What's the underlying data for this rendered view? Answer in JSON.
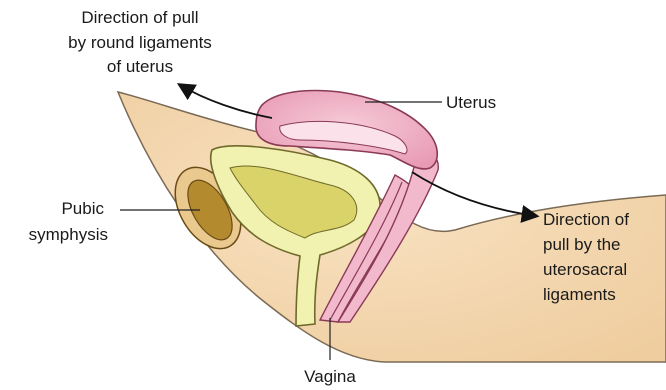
{
  "labels": {
    "round_ligaments": [
      "Direction of pull",
      "by round ligaments",
      "of uterus"
    ],
    "uterus": "Uterus",
    "pubic_symphysis": [
      "Pubic",
      "symphysis"
    ],
    "uterosacral": [
      "Direction of",
      "pull by the",
      "uterosacral",
      "ligaments"
    ],
    "vagina": "Vagina"
  },
  "colors": {
    "pelvic_floor": "#f3d7b0",
    "pelvic_floor_edge": "#7a6a55",
    "uterus_fill": "#f2b8cc",
    "uterus_edge": "#8a3a55",
    "bladder_outer": "#f1f1b0",
    "bladder_inner": "#d9d36a",
    "bladder_edge": "#6f6a2a",
    "bone_outer": "#e9c98e",
    "bone_inner": "#b48a2e",
    "bone_edge": "#6b4a16",
    "arrow": "#111111"
  }
}
